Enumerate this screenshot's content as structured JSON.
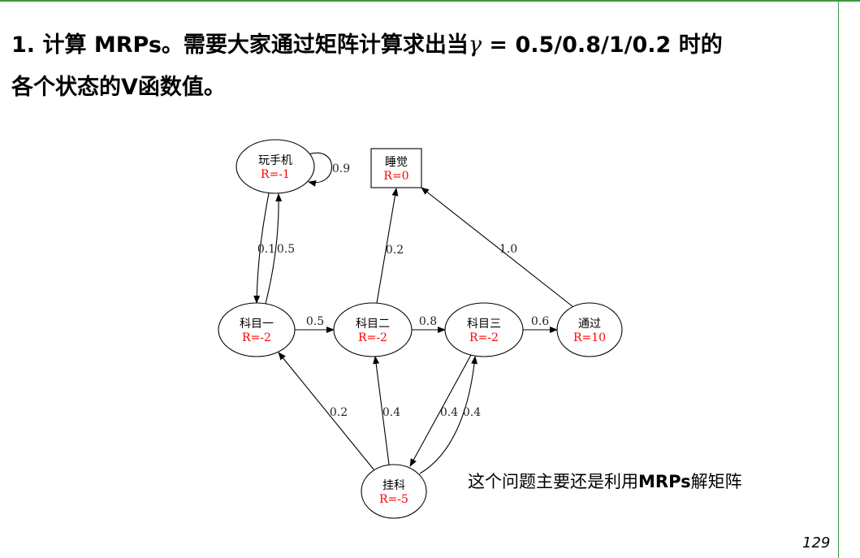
{
  "slide": {
    "title_prefix": "1. 计算 MRPs。需要大家通过矩阵计算求出当",
    "title_gamma": "γ",
    "title_suffix": " = 0.5/0.8/1/0.2 时的",
    "title_line2": "各个状态的V函数值。",
    "note_prefix": "这个问题主要还是利用",
    "note_bold": "MRPs",
    "note_suffix": "解矩阵",
    "page_number": "129"
  },
  "colors": {
    "accent_rule": "#3a9a3a",
    "reward_text": "#ff0000",
    "node_stroke": "#000000"
  },
  "diagram": {
    "nodes": [
      {
        "id": "phone",
        "name": "玩手机",
        "reward": "R=-1",
        "shape": "ellipse"
      },
      {
        "id": "sleep",
        "name": "睡觉",
        "reward": "R=0",
        "shape": "box"
      },
      {
        "id": "c1",
        "name": "科目一",
        "reward": "R=-2",
        "shape": "ellipse"
      },
      {
        "id": "c2",
        "name": "科目二",
        "reward": "R=-2",
        "shape": "ellipse"
      },
      {
        "id": "c3",
        "name": "科目三",
        "reward": "R=-2",
        "shape": "ellipse"
      },
      {
        "id": "pass",
        "name": "通过",
        "reward": "R=10",
        "shape": "ellipse"
      },
      {
        "id": "fail",
        "name": "挂科",
        "reward": "R=-5",
        "shape": "ellipse"
      }
    ],
    "edges": [
      {
        "id": "phone-phone",
        "from": "phone",
        "to": "phone",
        "label": "0.9"
      },
      {
        "id": "phone-c1",
        "from": "phone",
        "to": "c1",
        "label": "0.1"
      },
      {
        "id": "c1-phone",
        "from": "c1",
        "to": "phone",
        "label": "0.5"
      },
      {
        "id": "c1-c2",
        "from": "c1",
        "to": "c2",
        "label": "0.5"
      },
      {
        "id": "c2-sleep",
        "from": "c2",
        "to": "sleep",
        "label": "0.2"
      },
      {
        "id": "c2-c3",
        "from": "c2",
        "to": "c3",
        "label": "0.8"
      },
      {
        "id": "c3-pass",
        "from": "c3",
        "to": "pass",
        "label": "0.6"
      },
      {
        "id": "pass-sleep",
        "from": "pass",
        "to": "sleep",
        "label": "1.0"
      },
      {
        "id": "fail-c1",
        "from": "fail",
        "to": "c1",
        "label": "0.2"
      },
      {
        "id": "fail-c2",
        "from": "fail",
        "to": "c2",
        "label": "0.4"
      },
      {
        "id": "c3-fail",
        "from": "c3",
        "to": "fail",
        "label": "0.4"
      },
      {
        "id": "fail-c3",
        "from": "fail",
        "to": "c3",
        "label": "0.4"
      }
    ]
  }
}
